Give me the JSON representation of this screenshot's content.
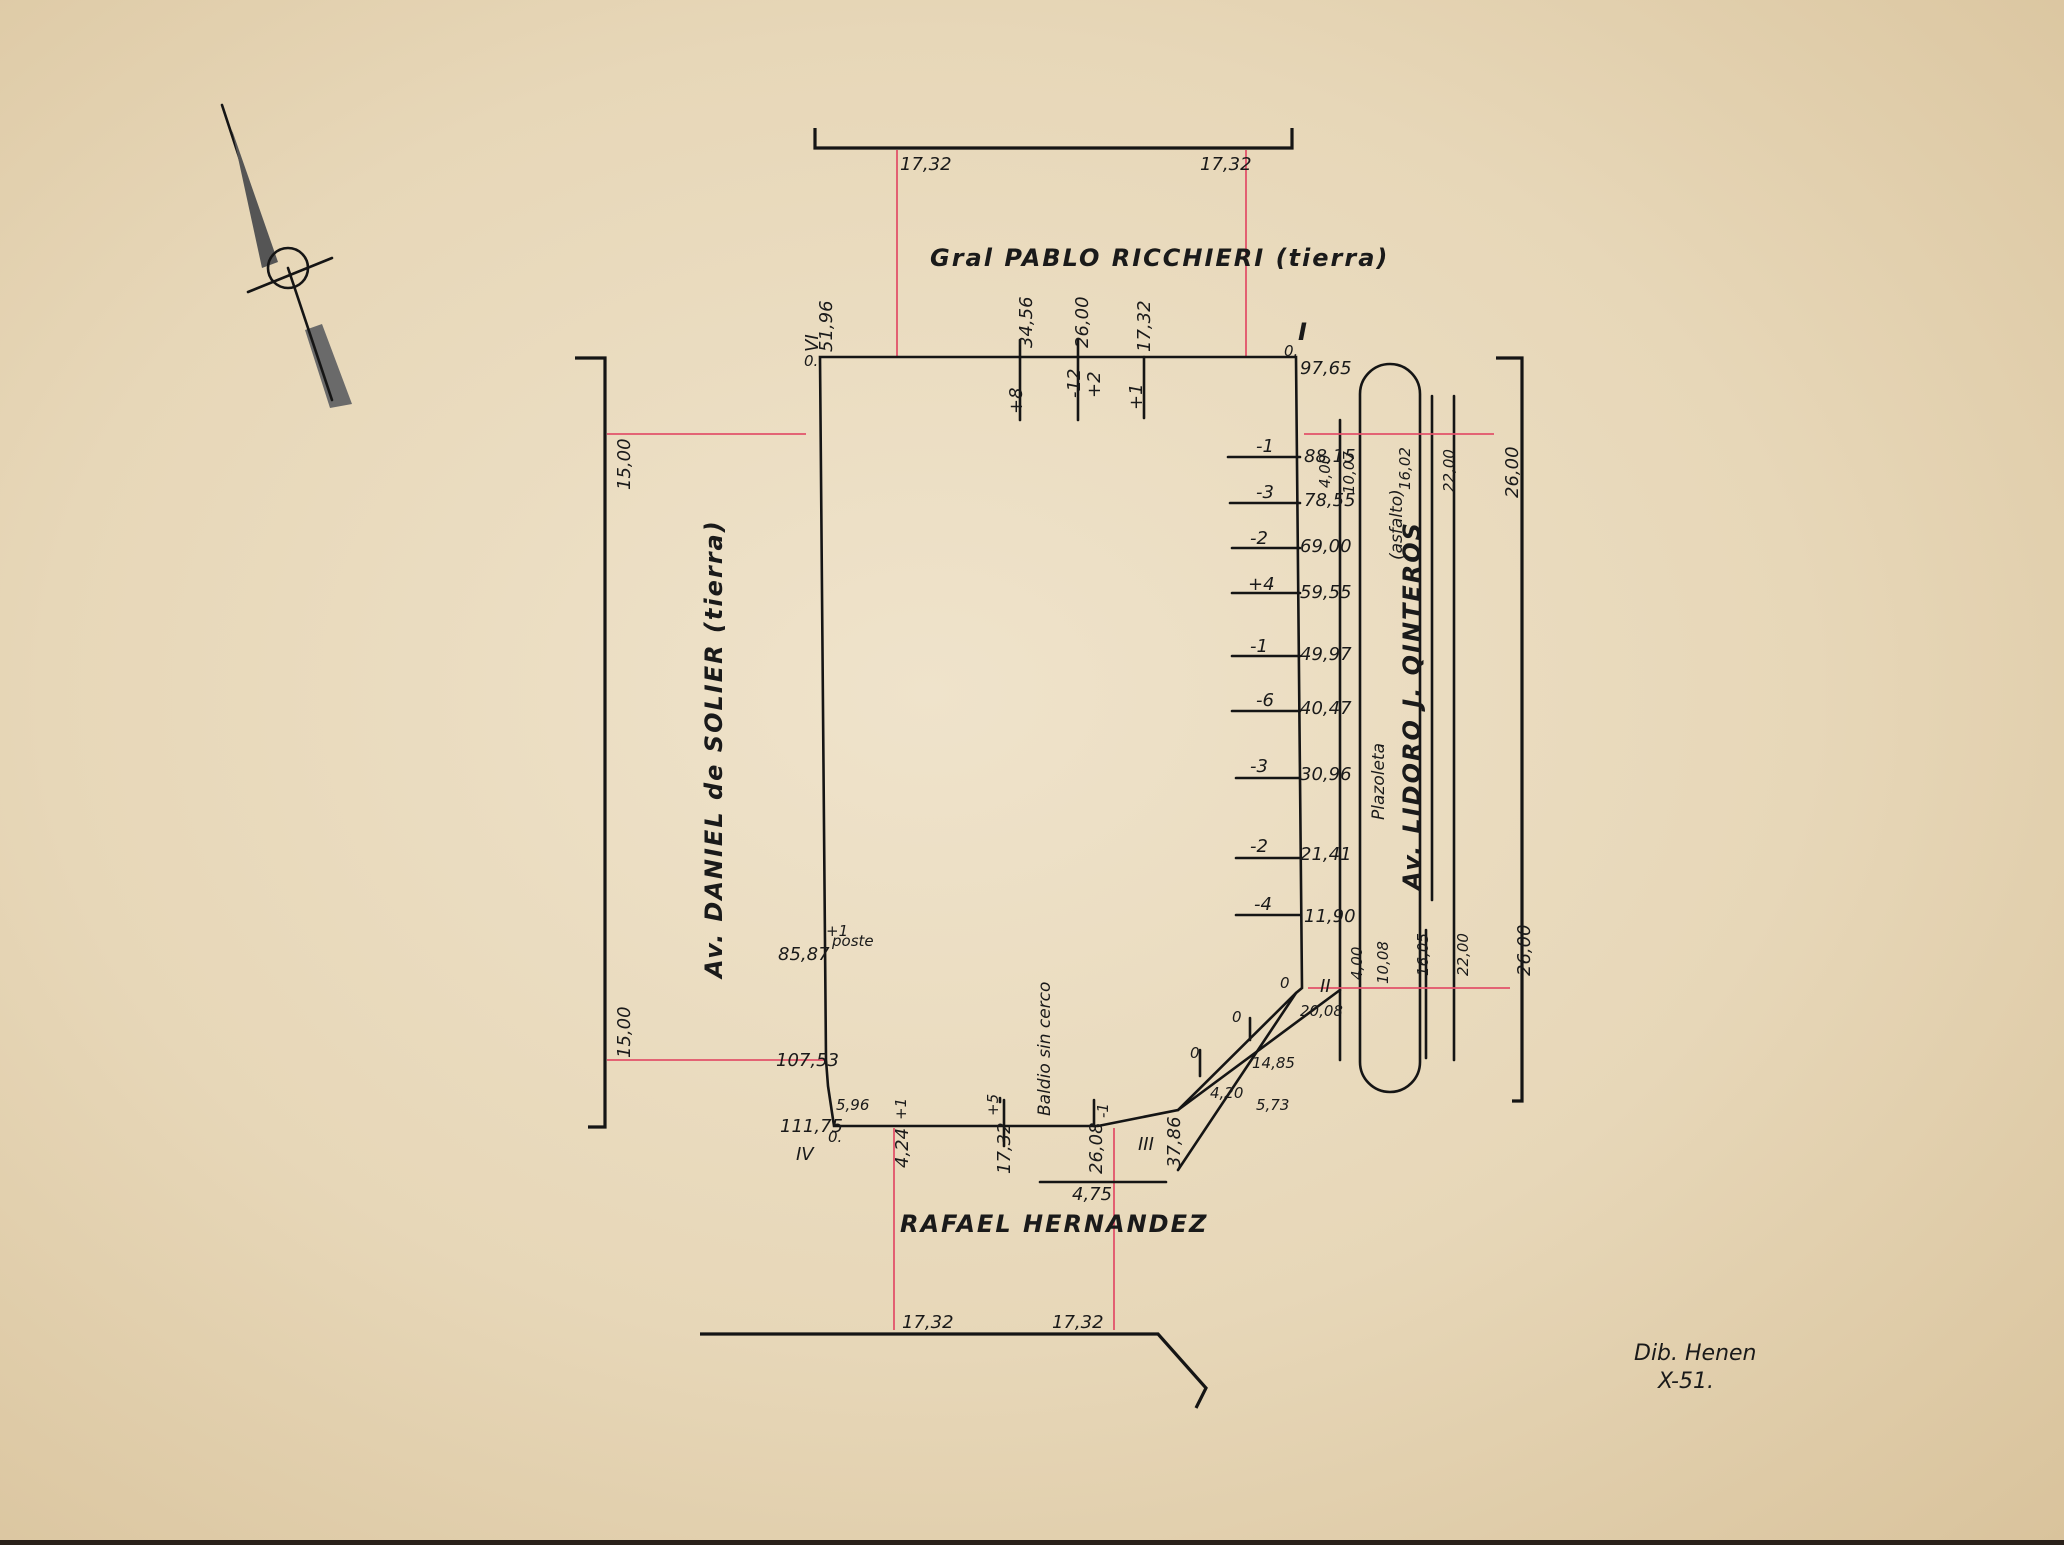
{
  "streets": {
    "north": "Gral PABLO RICCHIERI (tierra)",
    "west": "Av. DANIEL de SOLIER (tierra)",
    "south": "RAFAEL HERNANDEZ",
    "east": "Av. LIDORO J. QINTEROS",
    "east_note": "(asfalto)",
    "east_island": "Plazoleta",
    "south_lot": "Baldio sin cerco"
  },
  "vertices": {
    "I": "I",
    "II": "II",
    "III": "III",
    "IV": "IV",
    "VI": "VI"
  },
  "measurements": {
    "top_width_left": "17,32",
    "top_width_right": "17,32",
    "bottom_width_left": "17,32",
    "bottom_width_right": "17,32",
    "left_sidewalk_top": "15,00",
    "left_sidewalk_bottom": "15,00",
    "right_width_top": "26,00",
    "right_width_bottom": "26,00",
    "top_corner_left": "51,96",
    "top_corner_right": "97,65",
    "top_offset_1": "34,56",
    "top_offset_2": "26,00",
    "top_offset_3": "17,32",
    "top_delta_1": "+8",
    "top_delta_2a": "-12",
    "top_delta_2b": "+2",
    "top_delta_3": "+1",
    "right_offsets": [
      "88,15",
      "78,55",
      "69,00",
      "59,55",
      "49,97",
      "40,47",
      "30,96",
      "21,41",
      "11,90"
    ],
    "right_deltas": [
      "-1",
      "-3",
      "-2",
      "+4",
      "-1",
      "-6",
      "-3",
      "-2",
      "-4"
    ],
    "right_band_top": [
      "4,00",
      "10,07",
      "16,02",
      "22,00"
    ],
    "right_band_bottom": [
      "4,00",
      "10,08",
      "16,05",
      "22,00"
    ],
    "corner_ii": "20,08",
    "diag_14": "14,85",
    "diag_4": "4,20",
    "diag_5": "5,73",
    "diag_zero": "0",
    "left_poste_val": "85,87",
    "left_poste_delta": "+1",
    "poste": "poste",
    "left_mid": "107,53",
    "left_bottom": "111,75",
    "left_596": "5,96",
    "bottom_424": "4,24",
    "bottom_plus1": "+1",
    "bottom_plus5": "+5",
    "bottom_1732": "17,32",
    "bottom_minus1": "-1",
    "bottom_2608": "26,08",
    "bottom_3786": "37,86",
    "bottom_475": "4,75",
    "zero": "0",
    "zero_dot": "0."
  },
  "signature": {
    "name": "Dib. Henen",
    "date": "X-51."
  }
}
